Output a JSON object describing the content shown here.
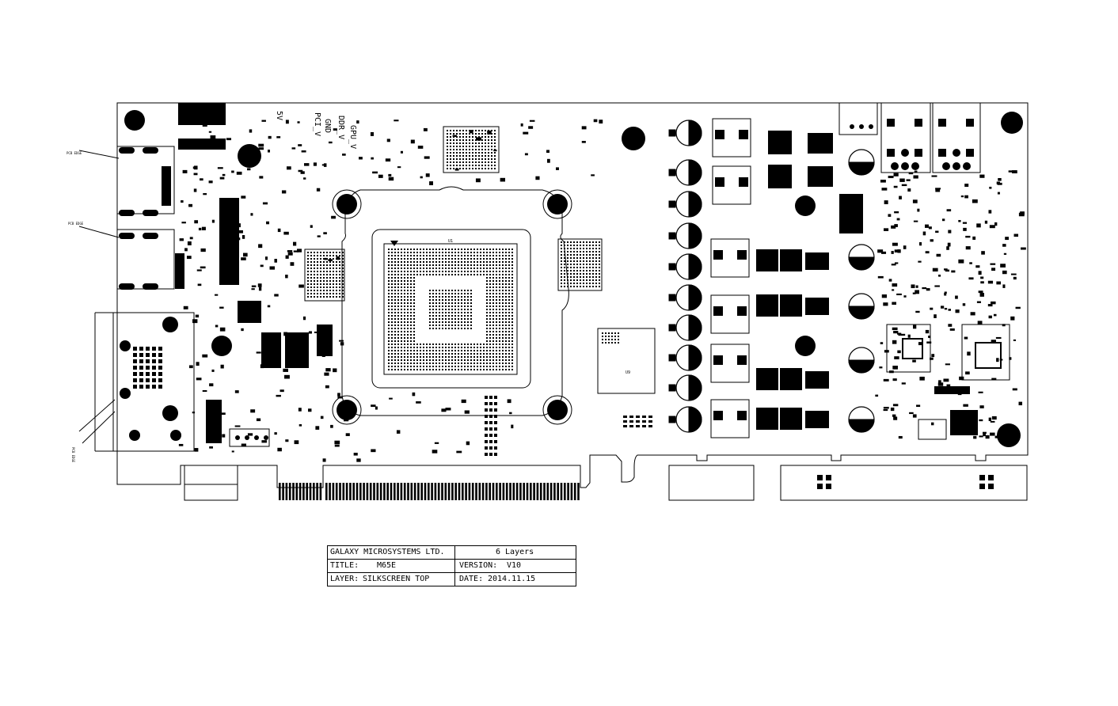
{
  "pcb": {
    "side_notes": {
      "top": "PCB EDGE",
      "middle": "PCB EDGE",
      "bottom_vertical": "PCB EDGE"
    },
    "power_labels": [
      "5V",
      "PCI_V",
      "GND",
      "DDR_V",
      "GPU_V"
    ],
    "main_chip_label": "U1",
    "memory_label": "U9"
  },
  "title_block": {
    "company": "GALAXY MICROSYSTEMS LTD.",
    "layers": "6 Layers",
    "title_label": "TITLE:",
    "title_value": "M65E",
    "version_label": "VERSION:",
    "version_value": "V10",
    "layer_label": "LAYER:",
    "layer_value": "SILKSCREEN TOP",
    "date_label": "DATE:",
    "date_value": "2014.11.15"
  }
}
